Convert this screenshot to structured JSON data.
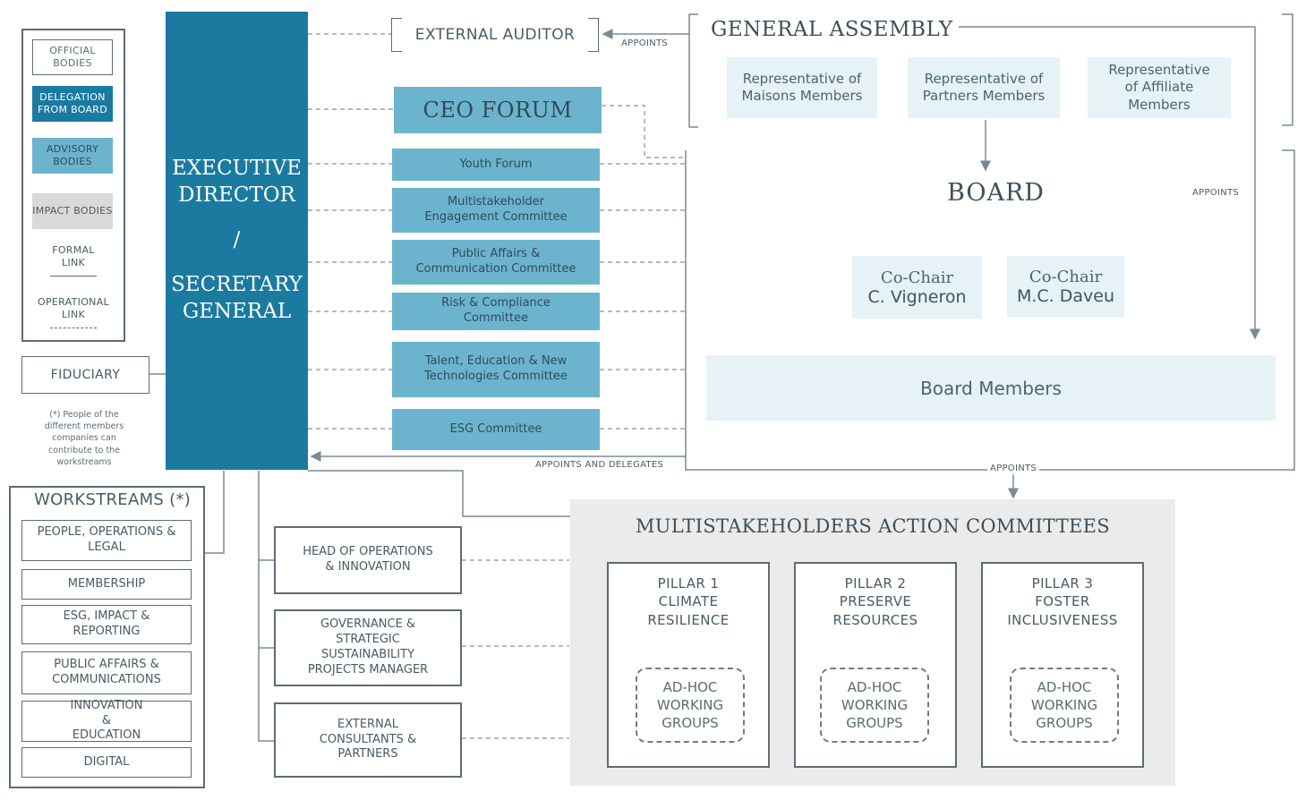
{
  "legend": {
    "official_bodies": "OFFICIAL BODIES",
    "delegation_from_board": "DELEGATION FROM BOARD",
    "advisory_bodies": "ADVISORY BODIES",
    "impact_bodies": "IMPACT BODIES",
    "formal_link": "FORMAL LINK",
    "operational_link": "OPERATIONAL LINK"
  },
  "fiduciary": "FIDUCIARY",
  "note": "(*) People of the different members companies can contribute to the workstreams",
  "executive": {
    "line1": "EXECUTIVE",
    "line2": "DIRECTOR",
    "slash": "/",
    "line3": "SECRETARY",
    "line4": "GENERAL"
  },
  "external_auditor": "EXTERNAL AUDITOR",
  "appoints_auditor": "APPOINTS",
  "ceo_forum": "CEO FORUM",
  "committees": [
    "Youth Forum",
    "Multistakeholder Engagement Committee",
    "Public Affairs & Communication Committee",
    "Risk & Compliance Committee",
    "Talent, Education & New Technologies Committee",
    "ESG Committee"
  ],
  "appoints_and_delegates": "APPOINTS AND DELEGATES",
  "general_assembly": {
    "title": "GENERAL ASSEMBLY",
    "reps": [
      "Representative of Maisons Members",
      "Representative of Partners Members",
      "Representative of Affiliate Members"
    ]
  },
  "board": {
    "title": "BOARD",
    "appoints": "APPOINTS",
    "cochair1_title": "Co-Chair",
    "cochair1_name": "C. Vigneron",
    "cochair2_title": "Co-Chair",
    "cochair2_name": "M.C. Daveu",
    "members": "Board Members"
  },
  "appoints_committees": "APPOINTS",
  "workstreams": {
    "title": "WORKSTREAMS (*)",
    "items": [
      "PEOPLE, OPERATIONS & LEGAL",
      "MEMBERSHIP",
      "ESG, IMPACT & REPORTING",
      "PUBLIC AFFAIRS & COMMUNICATIONS",
      "INNOVATION & EDUCATION",
      "DIGITAL"
    ]
  },
  "operations": [
    "HEAD OF OPERATIONS & INNOVATION",
    "GOVERNANCE & STRATEGIC SUSTAINABILITY PROJECTS MANAGER",
    "EXTERNAL CONSULTANTS & PARTNERS"
  ],
  "mac": {
    "title": "MULTISTAKEHOLDERS ACTION COMMITTEES",
    "pillars": [
      {
        "line1": "PILLAR 1",
        "line2": "CLIMATE",
        "line3": "RESILIENCE"
      },
      {
        "line1": "PILLAR 2",
        "line2": "PRESERVE",
        "line3": "RESOURCES"
      },
      {
        "line1": "PILLAR 3",
        "line2": "FOSTER",
        "line3": "INCLUSIVENESS"
      }
    ],
    "adhoc": "AD-HOC WORKING GROUPS"
  },
  "colors": {
    "delegation": "#1a7aa0",
    "advisory": "#6cb4cd",
    "impact": "#d9d9d9",
    "pale": "#e6f2f6"
  }
}
